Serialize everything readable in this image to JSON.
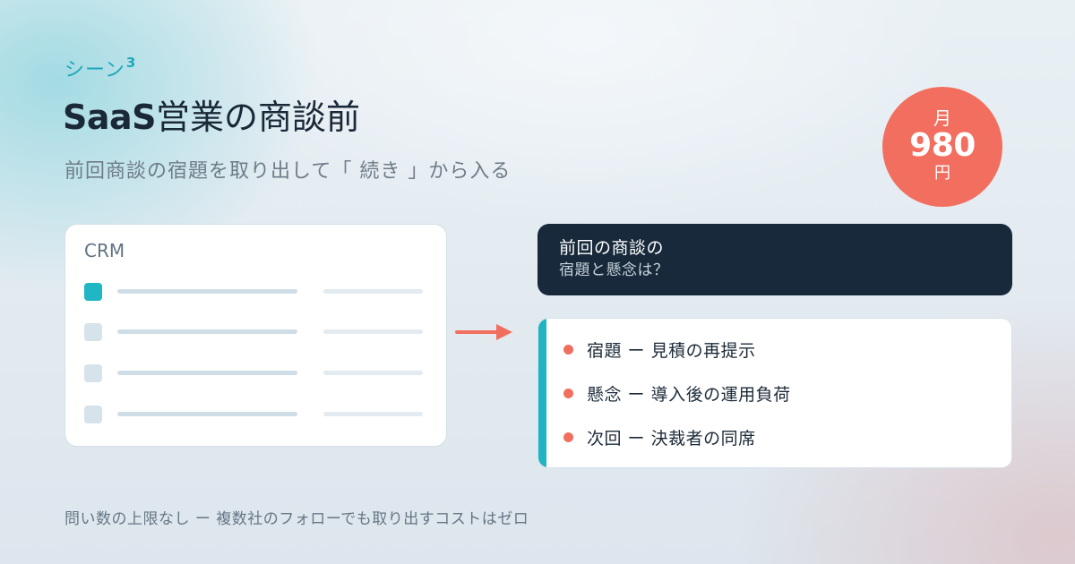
{
  "header": {
    "scene_label": "シーン",
    "scene_number": "3",
    "title_latin": "SaaS",
    "title_rest": "営業の商談前",
    "subtitle": "前回商談の宿題を取り出して「 続き 」から入る"
  },
  "price_badge": {
    "unit_top": "月",
    "amount": "980",
    "unit_bottom": "円"
  },
  "crm_card": {
    "title": "CRM",
    "rows": [
      {
        "active": true
      },
      {
        "active": false
      },
      {
        "active": false
      },
      {
        "active": false
      }
    ]
  },
  "question": {
    "line1": "前回の商談の",
    "line2": "宿題と懸念は？"
  },
  "answers": [
    {
      "text": "宿題 ー 見積の再提示"
    },
    {
      "text": "懸念 ー 導入後の運用負荷"
    },
    {
      "text": "次回 ー 決裁者の同席"
    }
  ],
  "footer": {
    "note": "問い数の上限なし ー 複数社のフォローでも取り出すコストはゼロ"
  },
  "colors": {
    "accent_teal": "#20b3c1",
    "accent_coral": "#f26e5f",
    "navy": "#17293a"
  }
}
